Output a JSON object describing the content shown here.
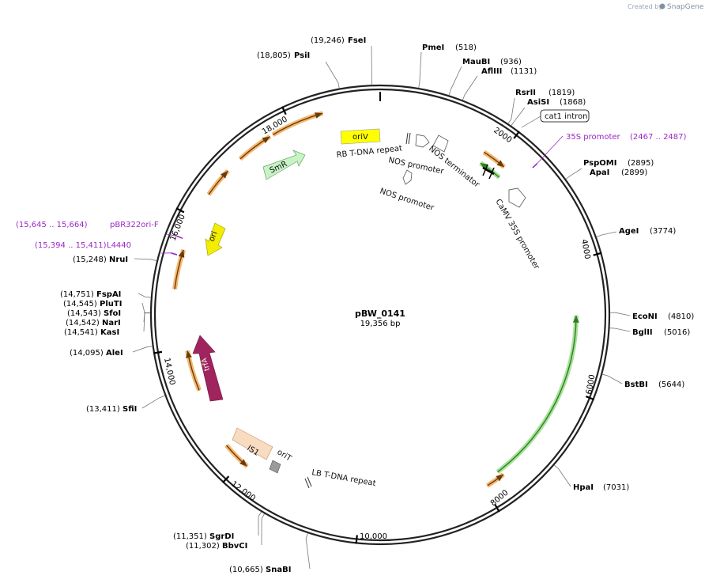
{
  "credit": {
    "prefix": "Created by",
    "brand": "SnapGene"
  },
  "plasmid": {
    "name": "pBW_0141",
    "length": "19,356 bp"
  },
  "ticks": [
    "2000",
    "4000",
    "6000",
    "8000",
    "10,000",
    "12,000",
    "14,000",
    "16,000",
    "18,000"
  ],
  "enzymes": [
    {
      "name": "FseI",
      "pos": "(19,246)"
    },
    {
      "name": "PsiI",
      "pos": "(18,805)"
    },
    {
      "name": "PmeI",
      "pos": "(518)"
    },
    {
      "name": "MauBI",
      "pos": "(936)"
    },
    {
      "name": "AflIII",
      "pos": "(1131)"
    },
    {
      "name": "RsrII",
      "pos": "(1819)"
    },
    {
      "name": "AsiSI",
      "pos": "(1868)"
    },
    {
      "name": "PspOMI",
      "pos": "(2895)"
    },
    {
      "name": "ApaI",
      "pos": "(2899)"
    },
    {
      "name": "AgeI",
      "pos": "(3774)"
    },
    {
      "name": "EcoNI",
      "pos": "(4810)"
    },
    {
      "name": "BglII",
      "pos": "(5016)"
    },
    {
      "name": "BstBI",
      "pos": "(5644)"
    },
    {
      "name": "HpaI",
      "pos": "(7031)"
    },
    {
      "name": "SnaBI",
      "pos": "(10,665)"
    },
    {
      "name": "SgrDI",
      "pos": "(11,351)"
    },
    {
      "name": "BbvCI",
      "pos": "(11,302)"
    },
    {
      "name": "SfiI",
      "pos": "(13,411)"
    },
    {
      "name": "AleI",
      "pos": "(14,095)"
    },
    {
      "name": "FspAI",
      "pos": "(14,751)"
    },
    {
      "name": "PluTI",
      "pos": "(14,545)"
    },
    {
      "name": "SfoI",
      "pos": "(14,543)"
    },
    {
      "name": "NarI",
      "pos": "(14,542)"
    },
    {
      "name": "KasI",
      "pos": "(14,541)"
    },
    {
      "name": "NruI",
      "pos": "(15,248)"
    }
  ],
  "primers": [
    {
      "name": "35S promoter",
      "pos": "(2467 .. 2487)"
    },
    {
      "name": "pBR322ori-F",
      "pos": "(15,645 .. 15,664)"
    },
    {
      "name": "L4440",
      "pos": "(15,394 .. 15,411)"
    }
  ],
  "features": {
    "cat1_intron": "cat1 intron",
    "oriV": "oriV",
    "rb_repeat": "RB T-DNA repeat",
    "nos_promoter_1": "NOS promoter",
    "nos_terminator": "NOS terminator",
    "nos_promoter_2": "NOS promoter",
    "camv_35s": "CaMV 35S promoter",
    "smr": "SmR",
    "ori": "ori",
    "trfa": "trfA",
    "is1": "IS1",
    "orit": "oriT",
    "lb_repeat": "LB T-DNA repeat"
  },
  "colors": {
    "orf": "#f5b870",
    "orf_arrow": "#6b3b0a",
    "green": "#a6e29a",
    "green_arrow": "#2f7d23",
    "oriV": "#ffff00",
    "smr": "#c8f3c5",
    "ori": "#f3ee00",
    "trfa": "#a0245e",
    "is1": "#f9dcc0",
    "purple": "#9b27c7"
  }
}
